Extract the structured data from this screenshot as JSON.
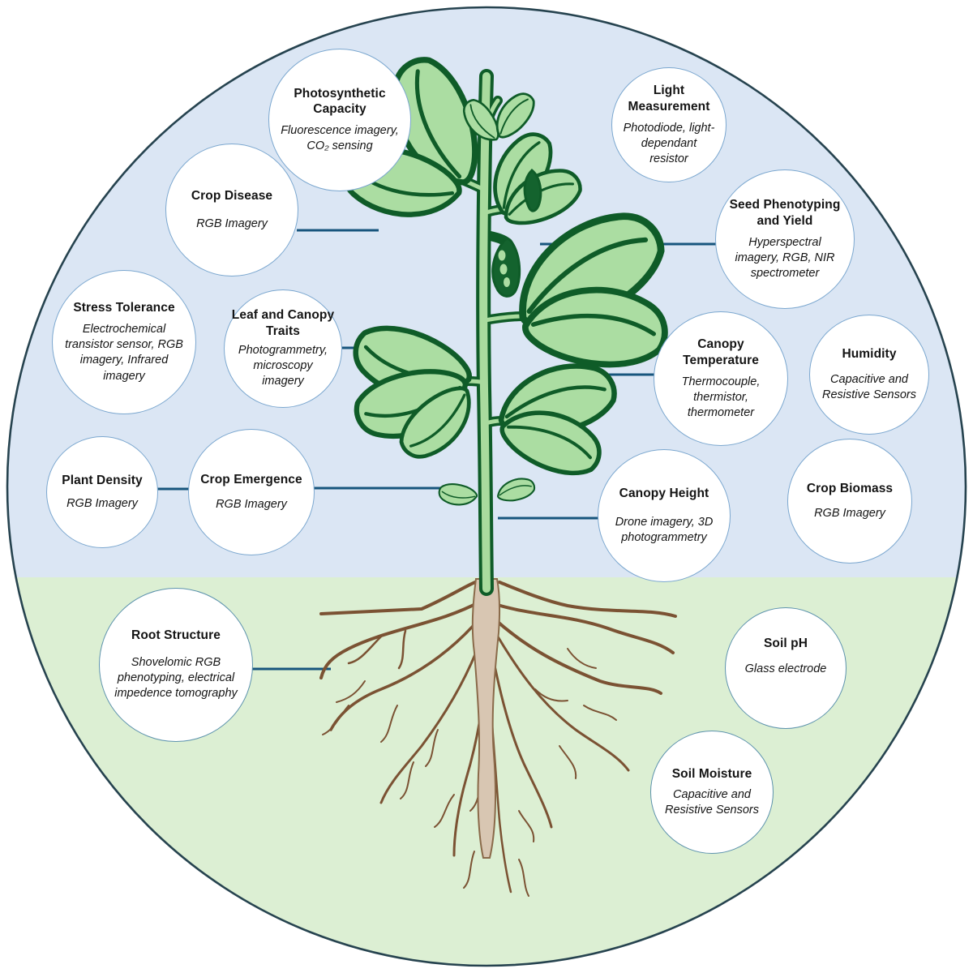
{
  "figure": {
    "description": "Plant phenotyping traits and sensing methods diagram",
    "colors": {
      "sky_background": "#dbe6f4",
      "soil_background": "#dcefd3",
      "leaf_fill": "#abdda2",
      "leaf_outline": "#0f5c28",
      "stem_fill": "#a9db9e",
      "root_brown": "#7b5233",
      "tap_root_fill": "#d8c6b2",
      "connector_blue": "#17557d",
      "node_border": "#7ba7cf",
      "outer_circle": "#26434f"
    }
  },
  "nodes": [
    {
      "title": "Photosynthetic Capacity",
      "method": "Fluorescence imagery, CO₂ sensing"
    },
    {
      "title": "Light Measurement",
      "method": "Photodiode, light-dependant resistor"
    },
    {
      "title": "Crop Disease",
      "method": "RGB Imagery"
    },
    {
      "title": "Seed Phenotyping and Yield",
      "method": "Hyperspectral imagery, RGB, NIR spectrometer"
    },
    {
      "title": "Stress Tolerance",
      "method": "Electrochemical transistor sensor, RGB imagery, Infrared imagery"
    },
    {
      "title": "Leaf and Canopy Traits",
      "method": "Photogrammetry, microscopy imagery"
    },
    {
      "title": "Canopy Temperature",
      "method": "Thermocouple, thermistor, thermometer"
    },
    {
      "title": "Humidity",
      "method": "Capacitive and Resistive Sensors"
    },
    {
      "title": "Plant Density",
      "method": "RGB Imagery"
    },
    {
      "title": "Crop Emergence",
      "method": "RGB Imagery"
    },
    {
      "title": "Canopy Height",
      "method": "Drone imagery, 3D photogrammetry"
    },
    {
      "title": "Crop Biomass",
      "method": "RGB Imagery"
    },
    {
      "title": "Root Structure",
      "method": "Shovelomic RGB phenotyping, electrical impedence tomography"
    },
    {
      "title": "Soil pH",
      "method": "Glass electrode"
    },
    {
      "title": "Soil Moisture",
      "method": "Capacitive and Resistive Sensors"
    }
  ]
}
